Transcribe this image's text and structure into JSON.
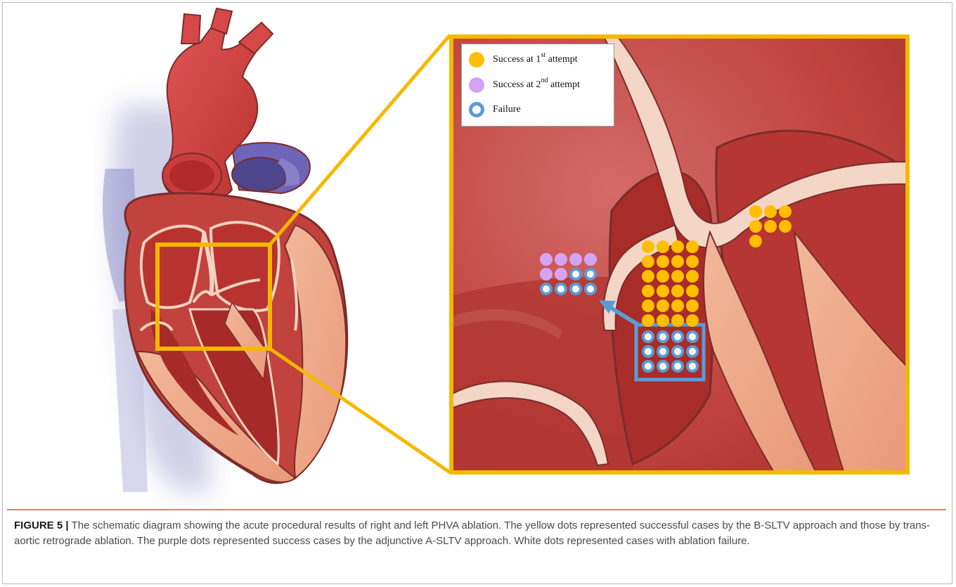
{
  "figure": {
    "label": "FIGURE 5 |",
    "caption": "The schematic diagram showing the acute procedural results of right and left PHVA ablation. The yellow dots represented successful cases by the B-SLTV approach and those by trans-aortic retrograde ablation. The purple dots represented success cases by the adjunctive A-SLTV approach. White dots represented cases with ablation failure."
  },
  "legend": {
    "items": [
      {
        "prefix": "Success at 1",
        "sup": "st",
        "suffix": " attempt",
        "symbol": "yellow-dot"
      },
      {
        "prefix": "Success at 2",
        "sup": "nd",
        "suffix": " attempt",
        "symbol": "purple-dot"
      },
      {
        "prefix": "Failure",
        "sup": "",
        "suffix": "",
        "symbol": "white-ring"
      }
    ]
  },
  "dot_groups": {
    "upper_right_success": 7,
    "central_success": 24,
    "central_failure": 12,
    "left_purple_success": 6,
    "left_failure": 6
  },
  "colors": {
    "success_1st": "#ffbe00",
    "success_2nd": "#d4a4f2",
    "failure_ring": "#5b9bd5",
    "highlight_box": "#f5b800",
    "caption_rule": "#ef7d4f"
  }
}
